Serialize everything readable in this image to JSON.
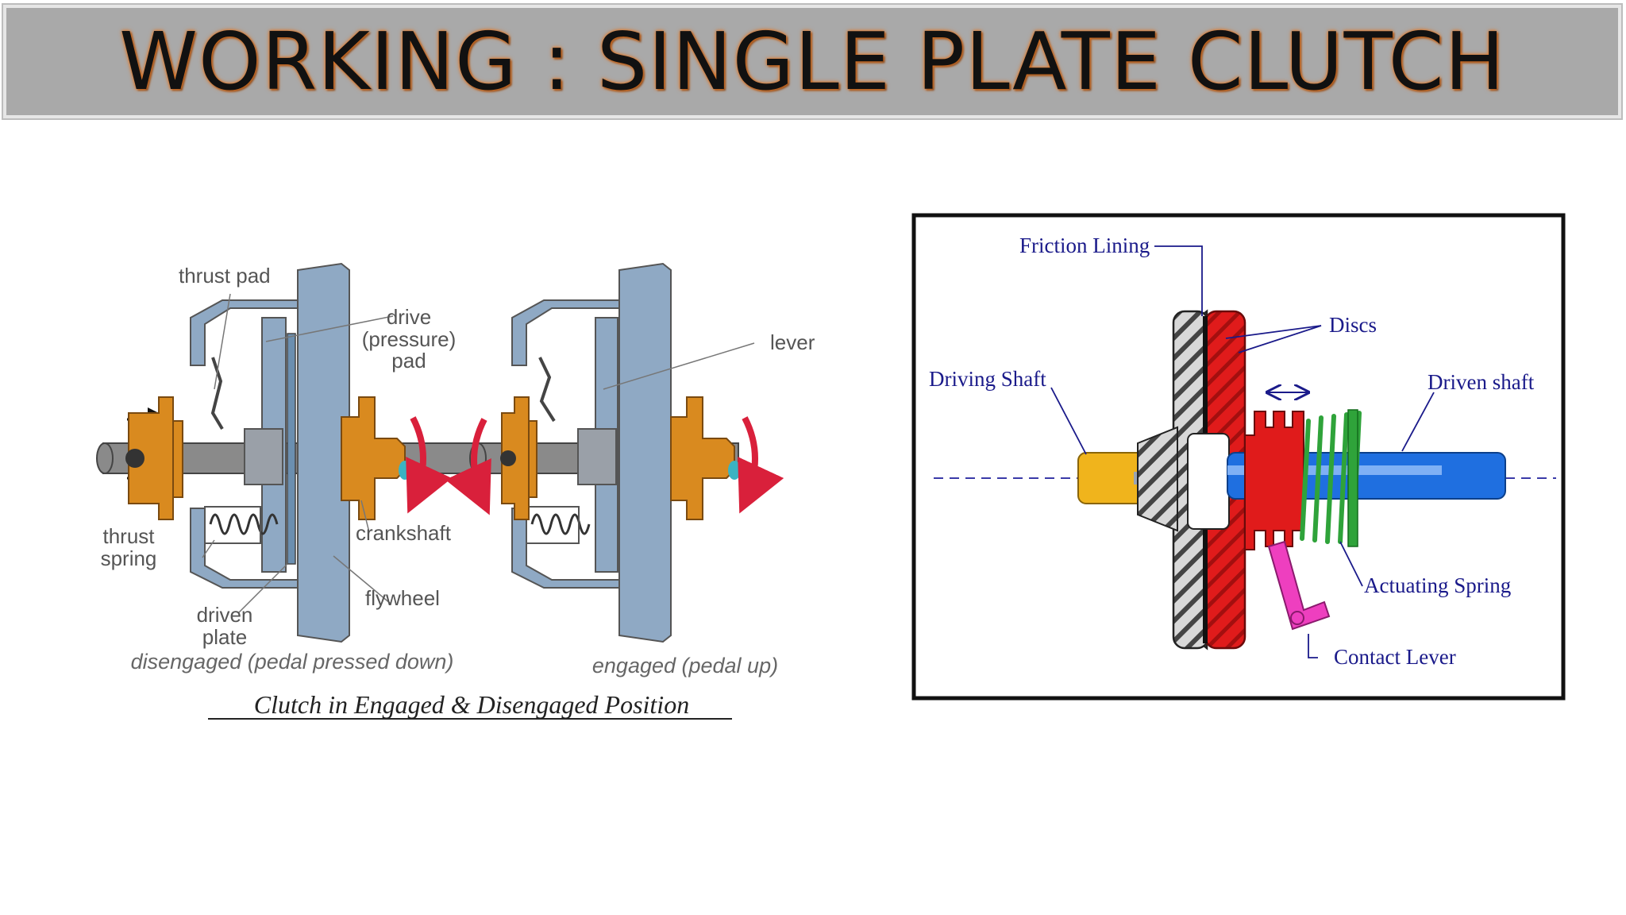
{
  "slide": {
    "title": "WORKING : SINGLE PLATE CLUTCH"
  },
  "left_figure": {
    "labels": {
      "thrust_pad": "thrust pad",
      "drive_line1": "drive",
      "drive_line2": "(pressure)",
      "drive_line3": "pad",
      "lever": "lever",
      "thrust_line1": "thrust",
      "thrust_line2": "spring",
      "crankshaft": "crankshaft",
      "flywheel": "flywheel",
      "driven_line1": "driven",
      "driven_line2": "plate"
    },
    "captions": {
      "disengaged": "disengaged (pedal pressed down)",
      "engaged": "engaged (pedal up)"
    },
    "figure_caption": "Clutch in Engaged & Disengaged Position"
  },
  "right_figure": {
    "labels": {
      "friction_lining": "Friction Lining",
      "discs": "Discs",
      "driving_shaft": "Driving Shaft",
      "driven_shaft": "Driven shaft",
      "actuating_spring": "Actuating Spring",
      "contact_lever": "Contact Lever"
    }
  },
  "colors": {
    "housing_blue": "#8fa9c4",
    "flange_orange": "#d98a1f",
    "rotation_red": "#d9203b",
    "disc_red": "#e01b1b",
    "shaft_blue": "#1f6fe0",
    "shaft_yellow": "#f0b41c",
    "spring_green": "#2fa33a",
    "lever_pink": "#ee3fbf"
  }
}
